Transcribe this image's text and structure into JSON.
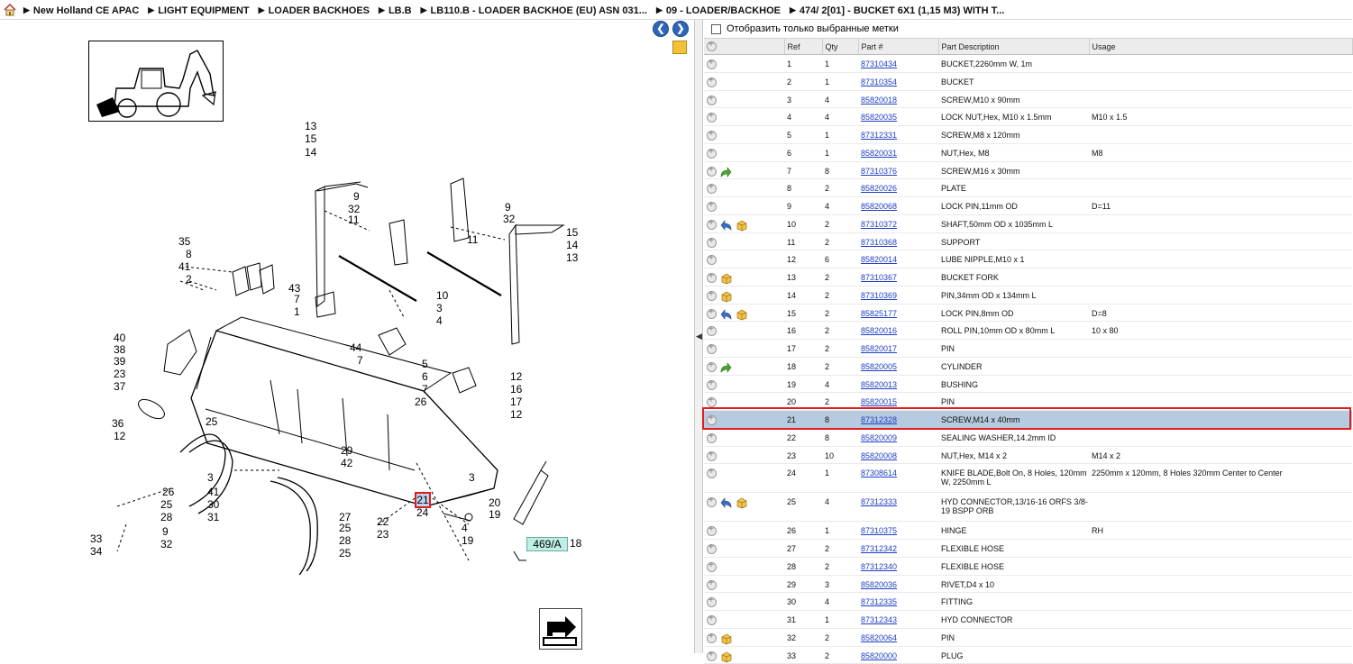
{
  "breadcrumb": {
    "items": [
      "New Holland CE APAC",
      "LIGHT EQUIPMENT",
      "LOADER BACKHOES",
      "LB.B",
      "LB110.B - LOADER BACKHOE (EU) ASN 031...",
      "09 - LOADER/BACKHOE",
      "474/ 2[01] - BUCKET 6X1 (1,15 M3)  WITH T..."
    ]
  },
  "diagram": {
    "highlight_label": "21",
    "page_ref": "469/A",
    "page_ref_item": "18",
    "callouts": [
      "13",
      "15",
      "14",
      "9",
      "32",
      "11",
      "35",
      "8",
      "41",
      "2",
      "43",
      "7",
      "1",
      "10",
      "3",
      "4",
      "40",
      "38",
      "39",
      "23",
      "37",
      "44",
      "7",
      "5",
      "6",
      "7",
      "26",
      "12",
      "16",
      "17",
      "12",
      "36",
      "12",
      "25",
      "29",
      "42",
      "26",
      "3",
      "41",
      "30",
      "31",
      "25",
      "28",
      "32",
      "9",
      "33",
      "34",
      "27",
      "25",
      "28",
      "25",
      "22",
      "23",
      "24",
      "4",
      "20",
      "19",
      "19",
      "9",
      "32",
      "11",
      "15",
      "14",
      "13",
      "3"
    ]
  },
  "filter": {
    "label": "Отобразить только выбранные метки"
  },
  "table": {
    "headers": [
      "",
      "Ref",
      "Qty",
      "Part #",
      "Part Description",
      "Usage"
    ],
    "rows": [
      {
        "ref": "1",
        "qty": "1",
        "part": "87310434",
        "desc": "BUCKET,2260mm W, 1m",
        "usage": "",
        "icons": []
      },
      {
        "ref": "2",
        "qty": "1",
        "part": "87310354",
        "desc": "BUCKET",
        "usage": "",
        "icons": []
      },
      {
        "ref": "3",
        "qty": "4",
        "part": "85820018",
        "desc": "SCREW,M10 x 90mm",
        "usage": "",
        "icons": []
      },
      {
        "ref": "4",
        "qty": "4",
        "part": "85820035",
        "desc": "LOCK NUT,Hex, M10 x 1.5mm",
        "usage": "M10 x 1.5",
        "icons": []
      },
      {
        "ref": "5",
        "qty": "1",
        "part": "87312331",
        "desc": "SCREW,M8 x 120mm",
        "usage": "",
        "icons": []
      },
      {
        "ref": "6",
        "qty": "1",
        "part": "85820031",
        "desc": "NUT,Hex, M8",
        "usage": "M8",
        "icons": []
      },
      {
        "ref": "7",
        "qty": "8",
        "part": "87310376",
        "desc": "SCREW,M16 x 30mm",
        "usage": "",
        "icons": [
          "green-arrow"
        ]
      },
      {
        "ref": "8",
        "qty": "2",
        "part": "85820026",
        "desc": "PLATE",
        "usage": "",
        "icons": []
      },
      {
        "ref": "9",
        "qty": "4",
        "part": "85820068",
        "desc": "LOCK PIN,11mm OD",
        "usage": "D=11",
        "icons": []
      },
      {
        "ref": "10",
        "qty": "2",
        "part": "87310372",
        "desc": "SHAFT,50mm OD x 1035mm L",
        "usage": "",
        "icons": [
          "blue-arrow",
          "box"
        ]
      },
      {
        "ref": "11",
        "qty": "2",
        "part": "87310368",
        "desc": "SUPPORT",
        "usage": "",
        "icons": []
      },
      {
        "ref": "12",
        "qty": "6",
        "part": "85820014",
        "desc": "LUBE NIPPLE,M10 x 1",
        "usage": "",
        "icons": []
      },
      {
        "ref": "13",
        "qty": "2",
        "part": "87310367",
        "desc": "BUCKET FORK",
        "usage": "",
        "icons": [
          "box"
        ]
      },
      {
        "ref": "14",
        "qty": "2",
        "part": "87310369",
        "desc": "PIN,34mm OD x 134mm L",
        "usage": "",
        "icons": [
          "box"
        ]
      },
      {
        "ref": "15",
        "qty": "2",
        "part": "85825177",
        "desc": "LOCK PIN,8mm OD",
        "usage": "D=8",
        "icons": [
          "blue-arrow",
          "box"
        ]
      },
      {
        "ref": "16",
        "qty": "2",
        "part": "85820016",
        "desc": "ROLL PIN,10mm OD x 80mm L",
        "usage": "10 x 80",
        "icons": []
      },
      {
        "ref": "17",
        "qty": "2",
        "part": "85820017",
        "desc": "PIN",
        "usage": "",
        "icons": []
      },
      {
        "ref": "18",
        "qty": "2",
        "part": "85820005",
        "desc": "CYLINDER",
        "usage": "",
        "icons": [
          "green-arrow"
        ]
      },
      {
        "ref": "19",
        "qty": "4",
        "part": "85820013",
        "desc": "BUSHING",
        "usage": "",
        "icons": []
      },
      {
        "ref": "20",
        "qty": "2",
        "part": "85820015",
        "desc": "PIN",
        "usage": "",
        "icons": []
      },
      {
        "ref": "21",
        "qty": "8",
        "part": "87312328",
        "desc": "SCREW,M14 x 40mm",
        "usage": "",
        "icons": [],
        "selected": true
      },
      {
        "ref": "22",
        "qty": "8",
        "part": "85820009",
        "desc": "SEALING WASHER,14.2mm ID",
        "usage": "",
        "icons": []
      },
      {
        "ref": "23",
        "qty": "10",
        "part": "85820008",
        "desc": "NUT,Hex, M14 x 2",
        "usage": "M14 x 2",
        "icons": []
      },
      {
        "ref": "24",
        "qty": "1",
        "part": "87308614",
        "desc": "KNIFE BLADE,Bolt On, 8 Holes, 120mm W, 2250mm L",
        "usage": "2250mm x 120mm, 8 Holes 320mm Center to Center",
        "icons": [],
        "tall": true
      },
      {
        "ref": "25",
        "qty": "4",
        "part": "87312333",
        "desc": "HYD CONNECTOR,13/16-16 ORFS 3/8-19 BSPP ORB",
        "usage": "",
        "icons": [
          "blue-arrow",
          "box"
        ],
        "tall": true
      },
      {
        "ref": "26",
        "qty": "1",
        "part": "87310375",
        "desc": "HINGE",
        "usage": "RH",
        "icons": []
      },
      {
        "ref": "27",
        "qty": "2",
        "part": "87312342",
        "desc": "FLEXIBLE HOSE",
        "usage": "",
        "icons": []
      },
      {
        "ref": "28",
        "qty": "2",
        "part": "87312340",
        "desc": "FLEXIBLE HOSE",
        "usage": "",
        "icons": []
      },
      {
        "ref": "29",
        "qty": "3",
        "part": "85820036",
        "desc": "RIVET,D4 x 10",
        "usage": "",
        "icons": []
      },
      {
        "ref": "30",
        "qty": "4",
        "part": "87312335",
        "desc": "FITTING",
        "usage": "",
        "icons": []
      },
      {
        "ref": "31",
        "qty": "1",
        "part": "87312343",
        "desc": "HYD CONNECTOR",
        "usage": "",
        "icons": []
      },
      {
        "ref": "32",
        "qty": "2",
        "part": "85820064",
        "desc": "PIN",
        "usage": "",
        "icons": [
          "box"
        ]
      },
      {
        "ref": "33",
        "qty": "2",
        "part": "85820000",
        "desc": "PLUG",
        "usage": "",
        "icons": [
          "box"
        ]
      }
    ]
  }
}
